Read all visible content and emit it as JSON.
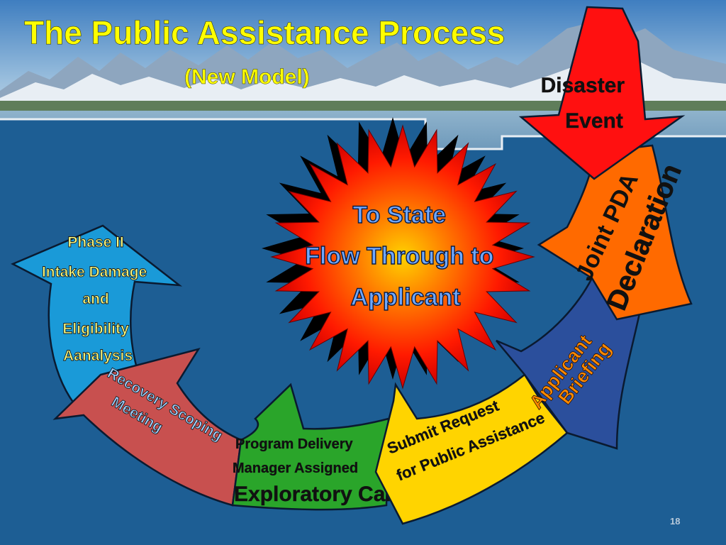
{
  "slide": {
    "title": "The Public Assistance Process",
    "subtitle": "(New Model)",
    "page_number": "18"
  },
  "center_burst": {
    "lines": [
      "To State",
      "Flow Through to",
      "Applicant"
    ]
  },
  "steps": {
    "disaster_event": {
      "lines": [
        "Disaster",
        "Event"
      ]
    },
    "joint_pda": {
      "lines": [
        "Joint PDA",
        "Declaration"
      ]
    },
    "applicant_briefing": {
      "lines": [
        "Applicant",
        "Briefing"
      ]
    },
    "submit_request": {
      "lines": [
        "Submit Request",
        "for Public Assistance"
      ]
    },
    "program_delivery": {
      "lines": [
        "Program Delivery",
        "Manager Assigned",
        "Exploratory Call"
      ]
    },
    "recovery_scoping": {
      "lines": [
        "Recovery Scoping",
        "Meeting"
      ]
    },
    "phase_ii": {
      "lines": [
        "Phase II",
        "Intake Damage",
        "and",
        "Eligibility",
        "Aanalysis"
      ]
    }
  },
  "colors": {
    "background": "#1d5e94",
    "title": "#ffff00",
    "disaster_event": "#ff1010",
    "joint_pda": "#ff6a00",
    "applicant_briefing": "#2b4f9c",
    "submit_request": "#ffd400",
    "program_delivery": "#2aa52a",
    "recovery_scoping": "#c8504f",
    "phase_ii": "#1a9ad8"
  }
}
